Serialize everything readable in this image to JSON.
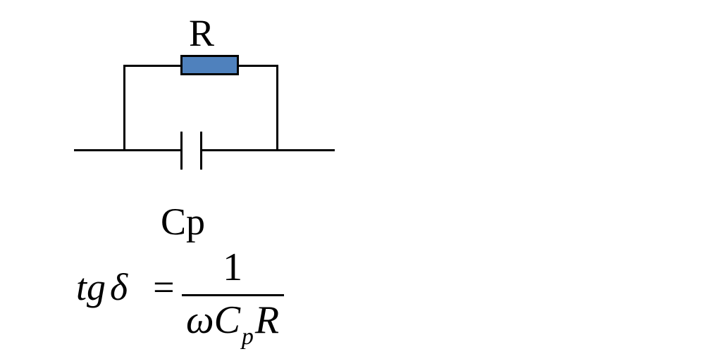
{
  "figure": {
    "background": "#ffffff",
    "stroke_color": "#000000",
    "circuit": {
      "type": "parallel-RC",
      "resistor": {
        "label": "R",
        "fill": "#4F81BD",
        "border": "#000000"
      },
      "capacitor": {
        "label": "Cp"
      }
    },
    "formula": {
      "lhs": "tg",
      "delta": "δ",
      "equals": "=",
      "numerator": "1",
      "den_omega_c": "ωC",
      "den_subscript": "p",
      "den_r": "R",
      "meaning": "tg δ = 1 / (ω Cp R)"
    }
  }
}
